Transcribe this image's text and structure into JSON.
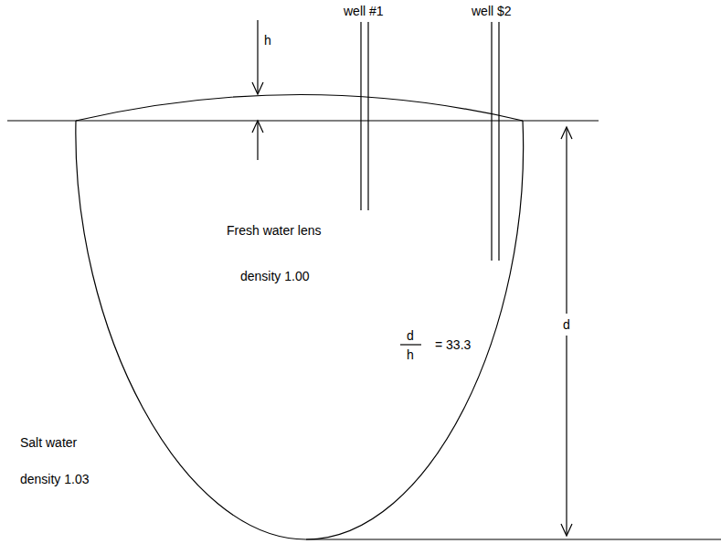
{
  "diagram": {
    "labels": [
      "well #1",
      "well $2",
      "h",
      "Fresh water lens",
      "density 1.00",
      "d",
      "h",
      "= 33.3",
      "d",
      "Salt water",
      "density 1.03"
    ]
  }
}
